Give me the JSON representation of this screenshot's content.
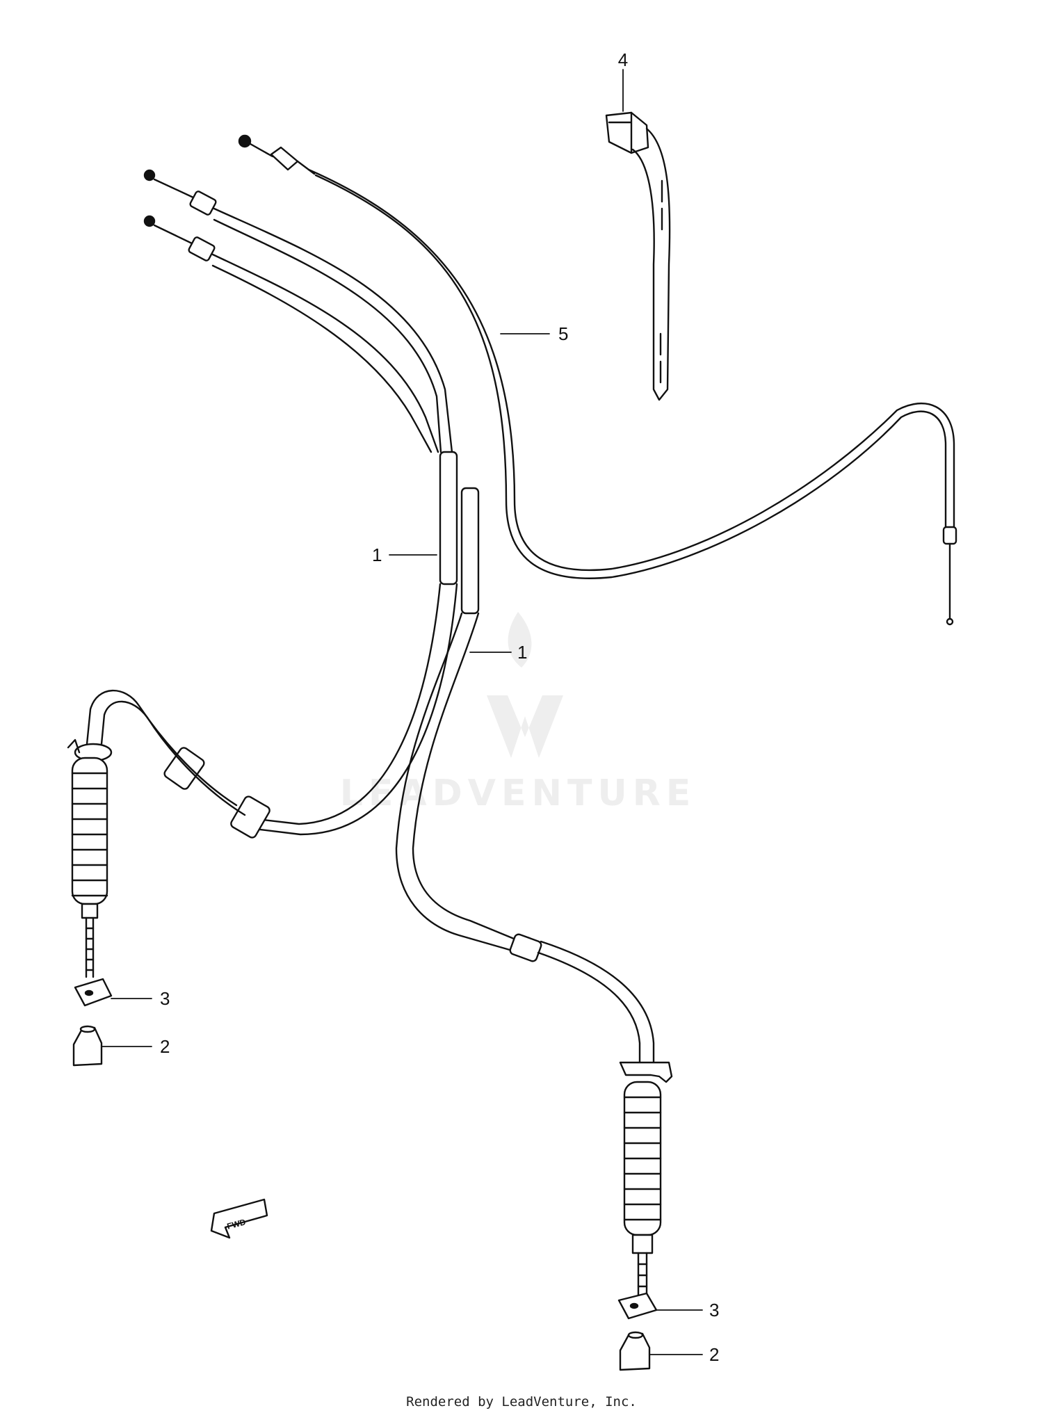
{
  "callouts": {
    "c1a": "1",
    "c1b": "1",
    "c2a": "2",
    "c2b": "2",
    "c3a": "3",
    "c3b": "3",
    "c4": "4",
    "c5": "5"
  },
  "watermark": {
    "text": "LEADVENTURE"
  },
  "fwd_marker": "FWD",
  "footer": "Rendered by LeadVenture, Inc.",
  "colors": {
    "line": "#111111",
    "background": "#ffffff",
    "watermark": "#eeeeee"
  }
}
